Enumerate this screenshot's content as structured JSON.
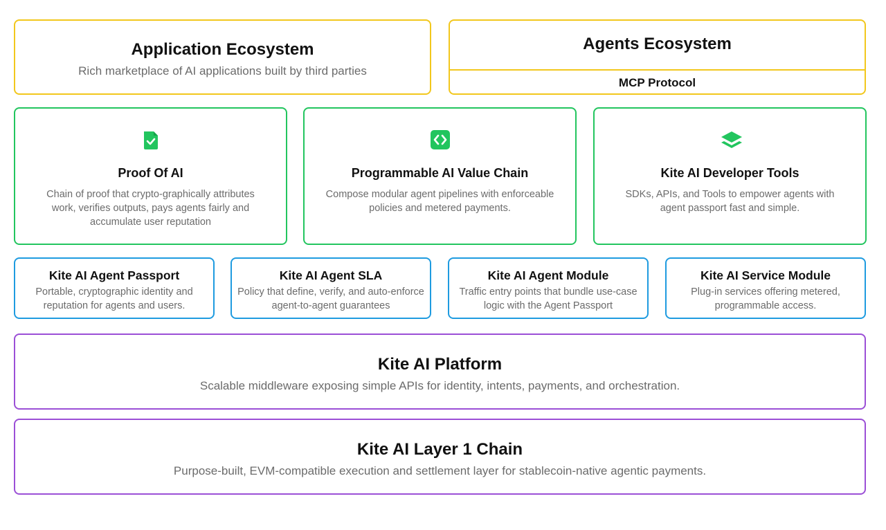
{
  "application_ecosystem": {
    "title": "Application Ecosystem",
    "description": "Rich marketplace of AI applications built by third parties"
  },
  "agents_ecosystem": {
    "title": "Agents Ecosystem",
    "protocol": "MCP Protocol"
  },
  "feature_cards": [
    {
      "icon": "document-check-icon",
      "title": "Proof Of AI",
      "description": "Chain of proof that crypto-graphically attributes work, verifies outputs, pays agents fairly and accumulate user reputation"
    },
    {
      "icon": "code-brackets-icon",
      "title": "Programmable AI Value Chain",
      "description": "Compose modular agent pipelines with enforceable policies and metered payments."
    },
    {
      "icon": "layers-icon",
      "title": "Kite AI Developer Tools",
      "description": "SDKs, APIs, and Tools to empower agents with agent passport fast and simple."
    }
  ],
  "modules": [
    {
      "title": "Kite AI Agent Passport",
      "description": "Portable, cryptographic identity and reputation for agents and users."
    },
    {
      "title": "Kite AI Agent SLA",
      "description": "Policy that define, verify, and auto-enforce agent-to-agent guarantees"
    },
    {
      "title": "Kite AI Agent Module",
      "description": "Traffic entry points that bundle use-case logic with the Agent Passport"
    },
    {
      "title": "Kite AI Service Module",
      "description": "Plug-in services offering metered, programmable access."
    }
  ],
  "platform": {
    "title": "Kite AI Platform",
    "description": "Scalable middleware exposing simple APIs for identity, intents, payments, and orchestration."
  },
  "layer1": {
    "title": "Kite AI Layer 1 Chain",
    "description": "Purpose-built, EVM-compatible execution and settlement layer for stablecoin-native agentic payments."
  },
  "colors": {
    "ecosystem_border": "#f2c71c",
    "feature_border": "#22c55e",
    "module_border": "#1e9be0",
    "platform_border": "#9b4fd6",
    "icon_fill": "#22c55e"
  }
}
